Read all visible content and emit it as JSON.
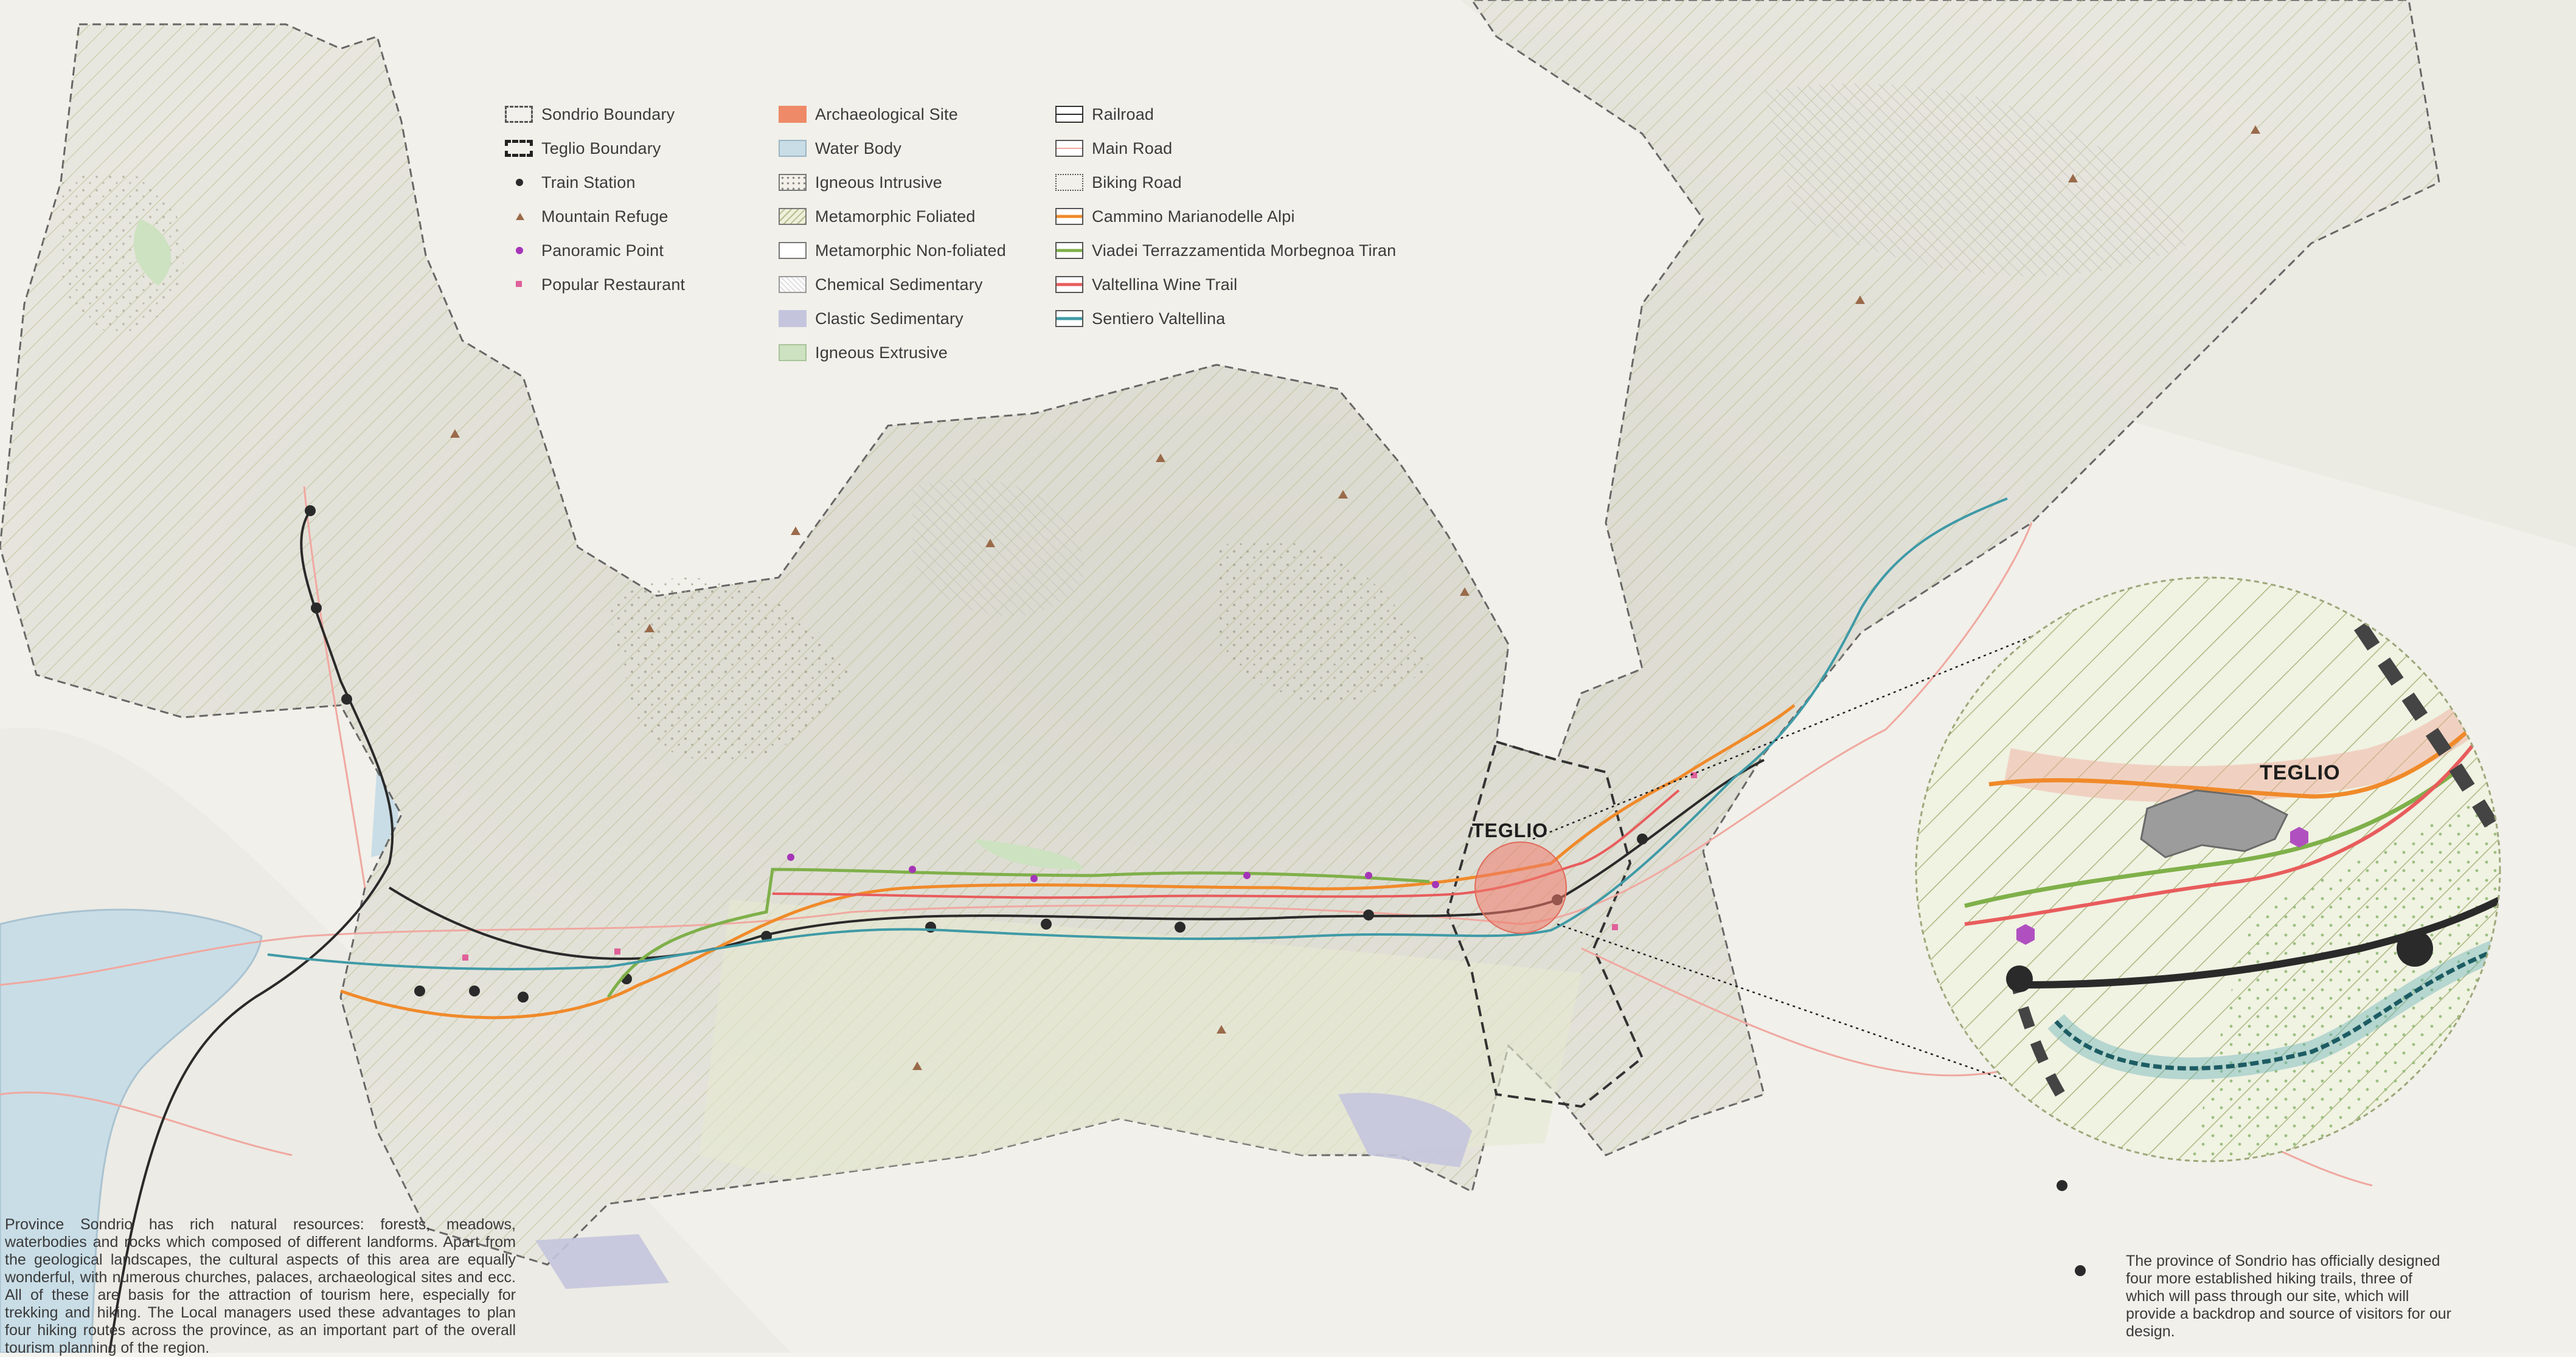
{
  "legend": {
    "points": [
      {
        "label": "Sondrio Boundary",
        "icon": "dashed-box"
      },
      {
        "label": "Teglio Boundary",
        "icon": "thick-dashed-box"
      },
      {
        "label": "Train Station",
        "icon": "black-dot",
        "color": "#2a2a2a"
      },
      {
        "label": "Mountain Refuge",
        "icon": "triangle",
        "color": "#9a6a4a"
      },
      {
        "label": "Panoramic Point",
        "icon": "purple-dot",
        "color": "#a535b8"
      },
      {
        "label": "Popular Restaurant",
        "icon": "pink-square",
        "color": "#e0609a"
      }
    ],
    "areas": [
      {
        "label": "Archaeological Site",
        "color": "#ee8a68"
      },
      {
        "label": "Water Body",
        "color": "#c9dde6"
      },
      {
        "label": "Igneous Intrusive",
        "color": "#f2f0e8"
      },
      {
        "label": "Metamorphic Foliated",
        "color": "#e9ebcf"
      },
      {
        "label": "Metamorphic Non-foliated",
        "color": "#ffffff"
      },
      {
        "label": "Chemical Sedimentary",
        "color": "#f6f6f4"
      },
      {
        "label": "Clastic Sedimentary",
        "color": "#c4c5dd"
      },
      {
        "label": "Igneous Extrusive",
        "color": "#cde2c0"
      }
    ],
    "lines": [
      {
        "label": "Railroad",
        "color": "#2a2a2a"
      },
      {
        "label": "Main Road",
        "color": "#f0a8a0"
      },
      {
        "label": "Biking Road",
        "color": "#555555"
      },
      {
        "label": "Cammino Marianodelle Alpi",
        "color": "#f08a2a"
      },
      {
        "label": "Viadei Terrazzamentida Morbegnoa Tiran",
        "color": "#7fb04a"
      },
      {
        "label": "Valtellina Wine Trail",
        "color": "#e85c5c"
      },
      {
        "label": "Sentiero Valtellina",
        "color": "#3f9aa6"
      }
    ]
  },
  "labels": {
    "teglio_main": "TEGLIO",
    "teglio_inset": "TEGLIO"
  },
  "text_left": "Province Sondrio has rich natural resources: forests, meadows, waterbodies and rocks which composed of different landforms. Apart from the geological landscapes, the cultural aspects of this area are equally wonderful, with numerous churches, palaces, archaeological sites and ecc. All of these are basis for the attraction of tourism here, especially for trekking and hiking. The Local managers used these advantages to plan four hiking routes across the province, as an important part of the overall tourism planning of the region.",
  "text_right": "The province of Sondrio has officially designed four more established hiking trails, three of which will pass through our site, which will provide a backdrop and source of visitors for our design."
}
